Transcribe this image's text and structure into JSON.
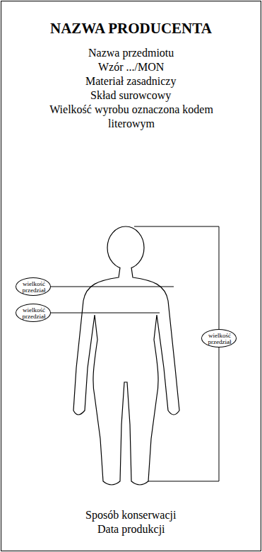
{
  "diagram": {
    "title": "NAZWA PRODUCENTA",
    "nodes": [
      {
        "text": [
          "wielkość przedział"
        ]
      },
      {
        "text": [
          "wielkość przedział"
        ]
      },
      {
        "text": [
          "wielkość przedział"
        ]
      }
    ],
    "labels": [
      "Nazwa przedmiotu",
      "Wzór .../MON",
      "Materiał zasadniczy",
      "Skład surowcowy",
      "Wielkość wyrobu oznaczona kodem literowym",
      "Sposób konserwacji",
      "Data produkcji"
    ]
  }
}
